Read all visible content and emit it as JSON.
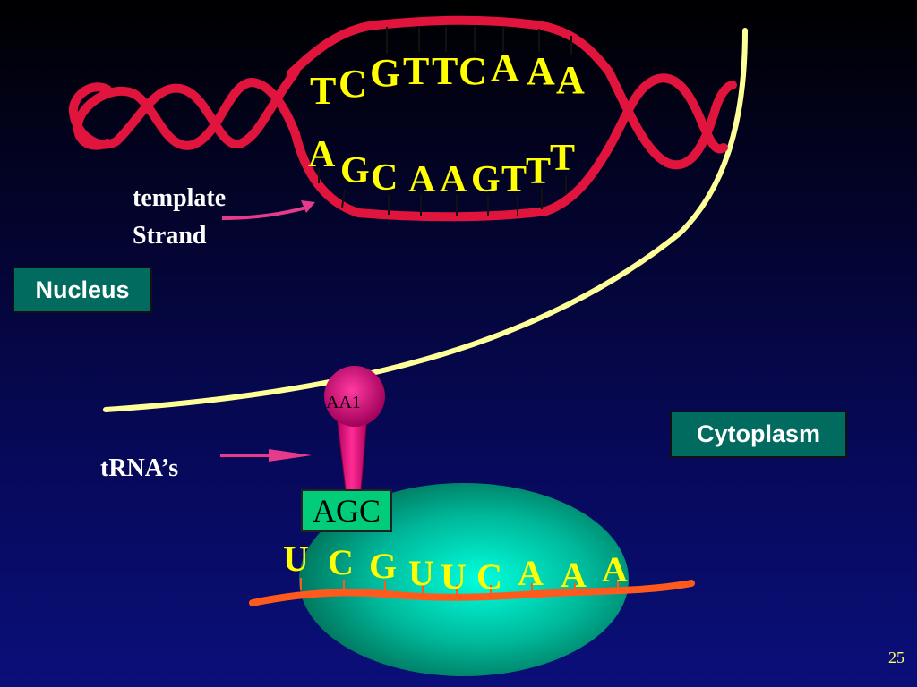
{
  "dna": {
    "coding_bases": [
      "T",
      "C",
      "G",
      "T",
      "T",
      "C",
      "A",
      "A",
      "A"
    ],
    "template_bases": [
      "A",
      "G",
      "C",
      "A",
      "A",
      "G",
      "T",
      "T",
      "T"
    ]
  },
  "labels": {
    "template_line1": "template",
    "template_line2": "Strand",
    "nucleus": "Nucleus",
    "cytoplasm": "Cytoplasm",
    "trna": "tRNA’s",
    "amino_acid": "AA1",
    "anticodon": "AGC"
  },
  "mrna": {
    "bases": [
      "U",
      "C",
      "G",
      "U",
      "U",
      "C",
      "A",
      "A",
      "A"
    ]
  },
  "slide_number": "25",
  "colors": {
    "dna": "#e0143c",
    "membrane": "#ffff99",
    "mrna": "#ff5a1e",
    "trna": "#e01082",
    "arrow": "#e83a8c",
    "base_text": "#ffff00",
    "box": "#006b5e",
    "anticodon_box": "#00cc7a"
  }
}
